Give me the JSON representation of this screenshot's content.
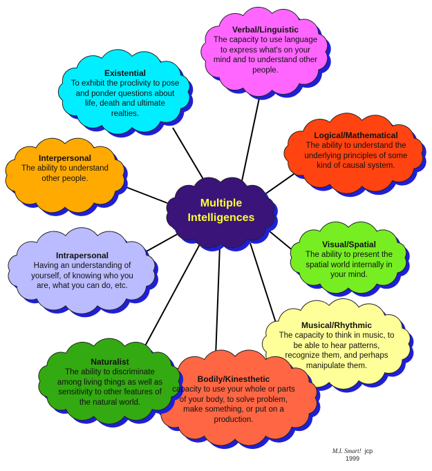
{
  "center": {
    "line1": "Multiple",
    "line2": "Intelligences",
    "fill": "#3a1478",
    "text_color": "#ffff33"
  },
  "nodes": {
    "verbal": {
      "title": "Verbal/Linguistic",
      "desc": "The capacity to use language to express what's on your mind and to understand other people.",
      "fill": "#ff66ff"
    },
    "existential": {
      "title": "Existential",
      "desc": "To exhibit the proclivity to pose and ponder questions about life, death and ultimate realties.",
      "fill": "#00eeff"
    },
    "logical": {
      "title": "Logical/Mathematical",
      "desc": "The ability to understand the underlying principles of some kind of causal system.",
      "fill": "#ff4411"
    },
    "interpersonal": {
      "title": "Interpersonal",
      "desc": "The ability to understand other people.",
      "fill": "#ffaa00"
    },
    "visual": {
      "title": "Visual/Spatial",
      "desc": "The ability to present the spatial world internally in your mind.",
      "fill": "#77ee22"
    },
    "intrapersonal": {
      "title": "Intrapersonal",
      "desc": "Having an understanding of yourself, of knowing who you are, what you can do, etc.",
      "fill": "#bbbbff"
    },
    "musical": {
      "title": "Musical/Rhythmic",
      "desc": "The capacity to think in music, to be able to hear patterns, recognize them, and perhaps manipulate them.",
      "fill": "#ffff99"
    },
    "bodily": {
      "title": "Bodily/Kinesthetic",
      "desc": "capacity to use your whole or parts of your body, to solve problem, make something, or put on a production.",
      "fill": "#ff6644"
    },
    "naturalist": {
      "title": "Naturalist",
      "desc": "The ability to discriminate among living things as well as sensitivity to other features of the natural world.",
      "fill": "#33aa11"
    }
  },
  "credit": {
    "signature": "M.I. Smart!",
    "initials": "jcp",
    "year": "1999"
  }
}
